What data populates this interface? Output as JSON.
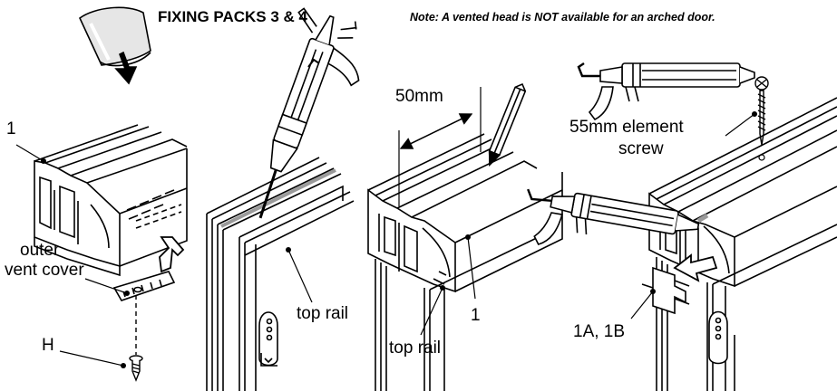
{
  "header": {
    "title": "FIXING PACKS 3 & 4",
    "note": "Note: A vented head is NOT available for an arched door."
  },
  "labels": {
    "part_1_left": "1",
    "outer_vent_cover_line1": "outer",
    "outer_vent_cover_line2": "vent cover",
    "screw_h": "H",
    "top_rail_second": "top rail",
    "dimension_50mm": "50mm",
    "top_rail_third": "top rail",
    "part_1_third": "1",
    "element_screw_line1": "55mm element",
    "element_screw_line2": "screw",
    "parts_1a_1b": "1A, 1B"
  },
  "icons": {
    "fixing_pack": "fixing-pack-bag-icon",
    "sealant_gun": "sealant-gun-icon",
    "pencil": "pencil-icon",
    "screw": "screw-icon"
  },
  "colors": {
    "line": "#000000",
    "sealant": "#9a9a9a",
    "bag": "#e6e6e6"
  }
}
